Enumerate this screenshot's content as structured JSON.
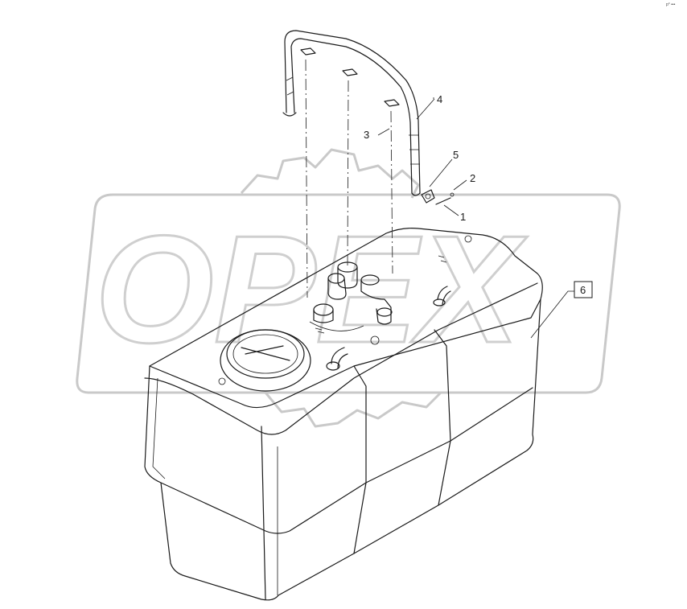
{
  "watermark": {
    "text": "OPEX"
  },
  "corner_mark": "p° •••",
  "callouts": [
    {
      "id": "1",
      "label": "1"
    },
    {
      "id": "2",
      "label": "2"
    },
    {
      "id": "3",
      "label": "3"
    },
    {
      "id": "4",
      "label": "4"
    },
    {
      "id": "5",
      "label": "5"
    },
    {
      "id": "6",
      "label": "6"
    }
  ]
}
